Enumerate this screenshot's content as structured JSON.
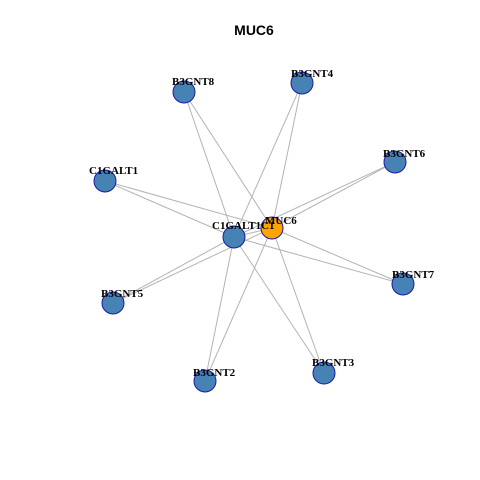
{
  "title": "MUC6",
  "colors": {
    "hub_fill": "#FFA500",
    "node_fill": "#4682B4",
    "node_stroke": "#1a1aa8",
    "edge": "#b3b3b3"
  },
  "nodes": [
    {
      "id": "MUC6",
      "label": "MUC6",
      "hub": true
    },
    {
      "id": "C1GALT1C1",
      "label": "C1GALT1C1"
    },
    {
      "id": "B3GNT4",
      "label": "B3GNT4"
    },
    {
      "id": "B3GNT8",
      "label": "B3GNT8"
    },
    {
      "id": "B3GNT6",
      "label": "B3GNT6"
    },
    {
      "id": "C1GALT1",
      "label": "C1GALT1"
    },
    {
      "id": "B3GNT7",
      "label": "B3GNT7"
    },
    {
      "id": "B3GNT5",
      "label": "B3GNT5"
    },
    {
      "id": "B3GNT3",
      "label": "B3GNT3"
    },
    {
      "id": "B3GNT2",
      "label": "B3GNT2"
    }
  ],
  "edges": [
    [
      "MUC6",
      "C1GALT1C1"
    ],
    [
      "MUC6",
      "B3GNT4"
    ],
    [
      "MUC6",
      "B3GNT8"
    ],
    [
      "MUC6",
      "B3GNT6"
    ],
    [
      "MUC6",
      "C1GALT1"
    ],
    [
      "MUC6",
      "B3GNT7"
    ],
    [
      "MUC6",
      "B3GNT5"
    ],
    [
      "MUC6",
      "B3GNT3"
    ],
    [
      "MUC6",
      "B3GNT2"
    ],
    [
      "C1GALT1C1",
      "B3GNT4"
    ],
    [
      "C1GALT1C1",
      "B3GNT8"
    ],
    [
      "C1GALT1C1",
      "B3GNT6"
    ],
    [
      "C1GALT1C1",
      "C1GALT1"
    ],
    [
      "C1GALT1C1",
      "B3GNT7"
    ],
    [
      "C1GALT1C1",
      "B3GNT5"
    ],
    [
      "C1GALT1C1",
      "B3GNT3"
    ],
    [
      "C1GALT1C1",
      "B3GNT2"
    ]
  ]
}
